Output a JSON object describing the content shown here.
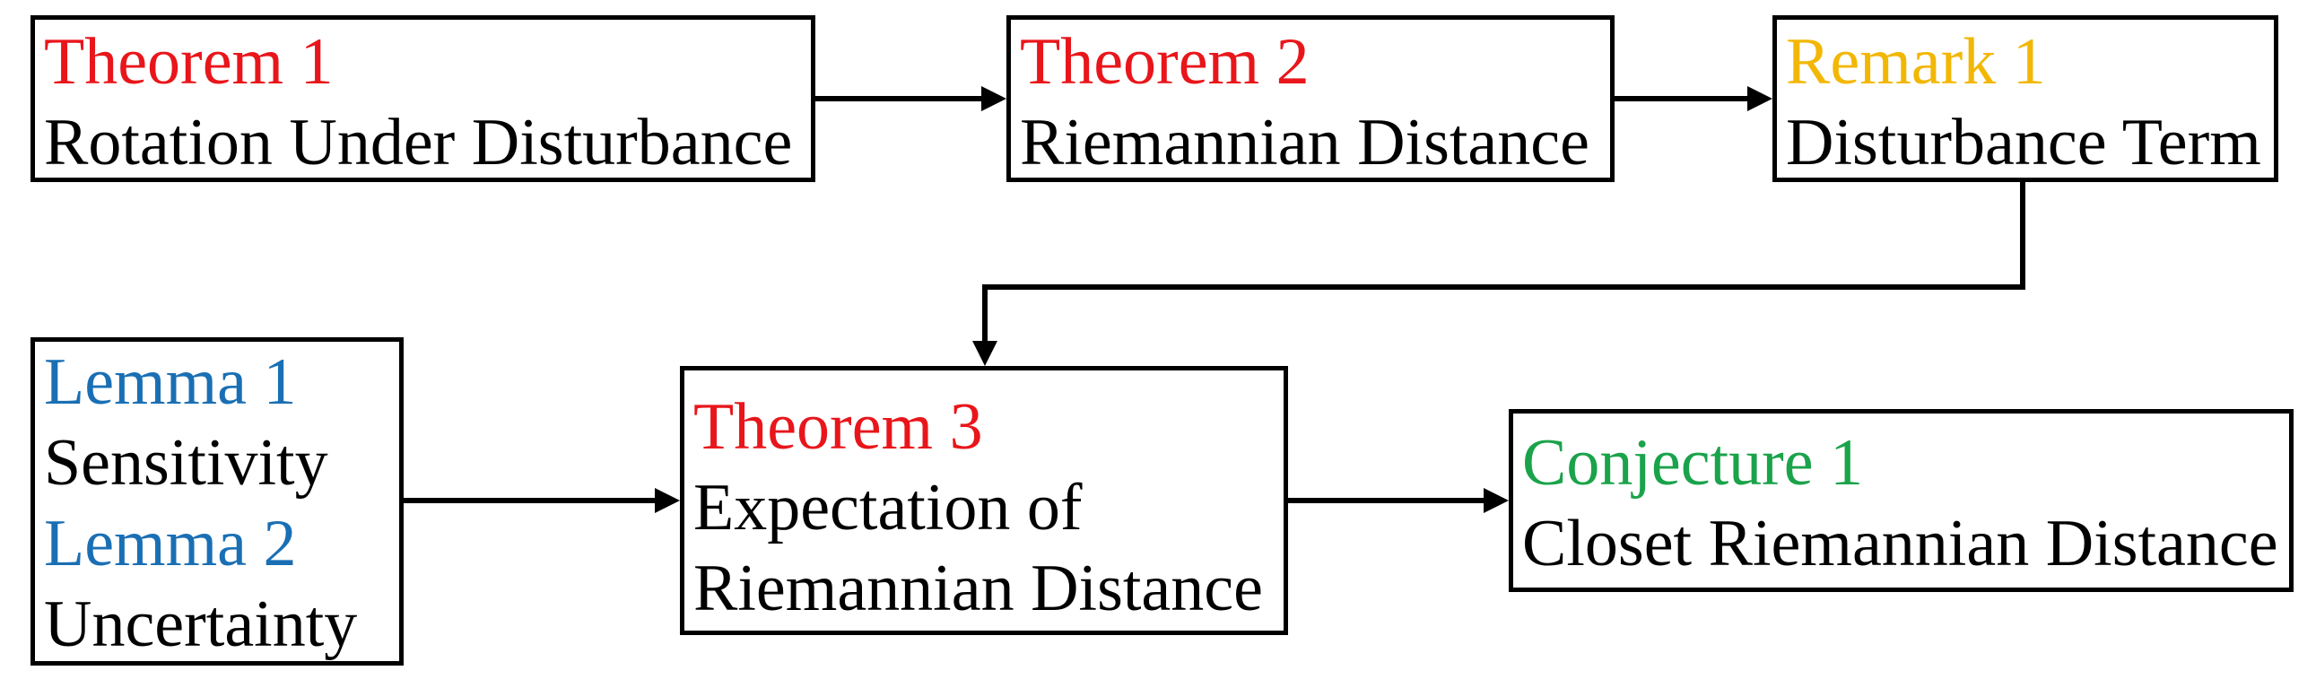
{
  "nodes": {
    "theorem1": {
      "label": "Theorem 1",
      "title": "Rotation Under Disturbance"
    },
    "theorem2": {
      "label": "Theorem 2",
      "title": "Riemannian Distance"
    },
    "remark1": {
      "label": "Remark 1",
      "title": "Disturbance Term"
    },
    "lemmas": {
      "lemma1_label": "Lemma 1",
      "lemma1_title": "Sensitivity",
      "lemma2_label": "Lemma 2",
      "lemma2_title": "Uncertainty"
    },
    "theorem3": {
      "label": "Theorem 3",
      "title_line1": "Expectation of",
      "title_line2": "Riemannian Distance"
    },
    "conjecture1": {
      "label": "Conjecture 1",
      "title": "Closet Riemannian Distance"
    }
  },
  "edges": [
    {
      "from": "theorem1",
      "to": "theorem2"
    },
    {
      "from": "theorem2",
      "to": "remark1"
    },
    {
      "from": "remark1",
      "to": "theorem3"
    },
    {
      "from": "lemmas",
      "to": "theorem3"
    },
    {
      "from": "theorem3",
      "to": "conjecture1"
    }
  ],
  "colors": {
    "theorem": "#e8161b",
    "remark": "#f2b705",
    "lemma": "#1a6fb4",
    "conjecture": "#1aa34a",
    "text": "#000000",
    "border": "#000000"
  }
}
